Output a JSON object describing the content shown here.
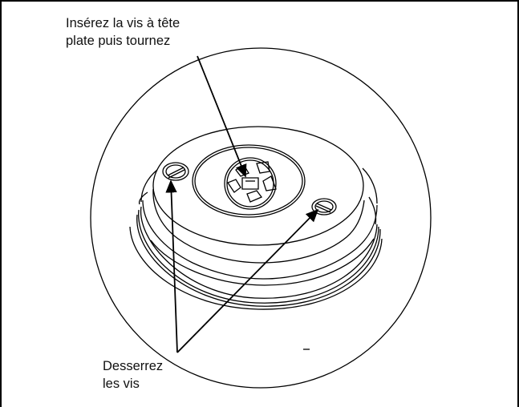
{
  "callouts": {
    "insert_screw": {
      "line1": "Insérez la vis à tête",
      "line2": "plate puis tournez"
    },
    "loosen_screws": {
      "line1": "Desserrez",
      "line2": "les vis"
    }
  },
  "colors": {
    "ink": "#000000",
    "background": "#ffffff"
  }
}
